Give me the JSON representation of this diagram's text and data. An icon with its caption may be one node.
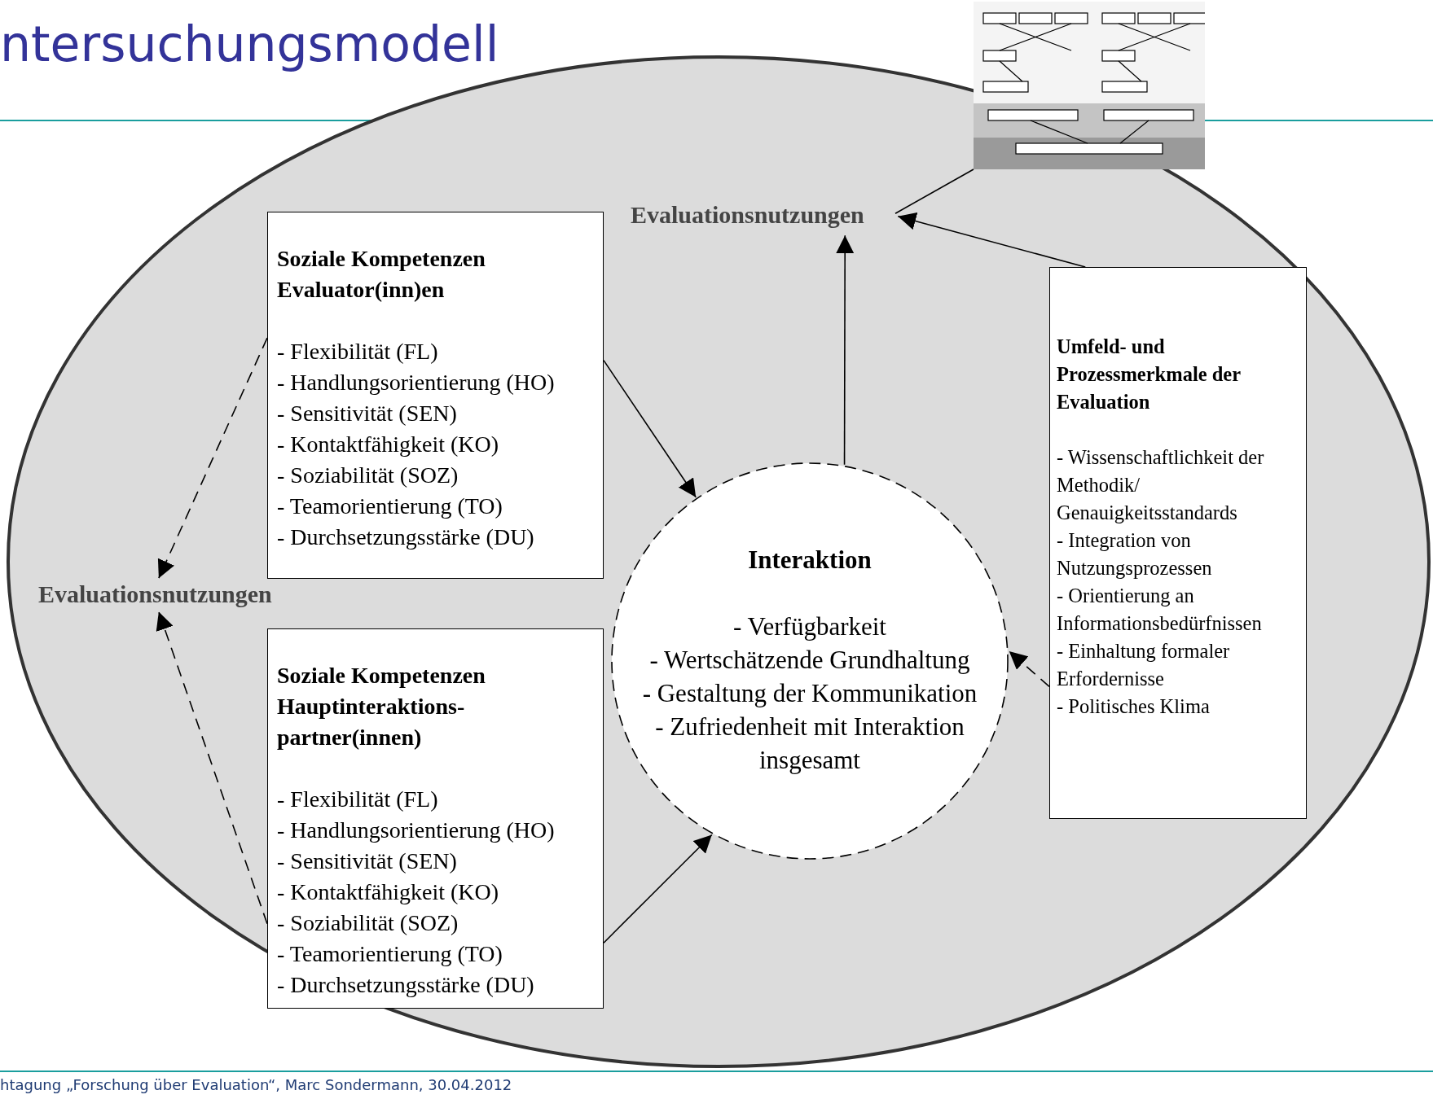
{
  "diagram": {
    "title": "ntersuchungsmodell",
    "caption": "htagung „Forschung über Evaluation“, Marc Sondermann, 30.04.2012",
    "nodes": [
      {
        "text": [],
        "shape": "picture"
      },
      {
        "text": [
          "Evaluationsnutzungen"
        ]
      },
      {
        "text": [
          "Soziale Kompetenzen Evaluator(inn)en",
          "- Flexibilität (FL)",
          "- Handlungsorientierung (HO)",
          "- Sensitivität (SEN)",
          "- Kontaktfähigkeit (KO)",
          "- Soziabilität (SOZ)",
          "- Teamorientierung (TO)",
          "- Durchsetzungsstärke (DU)"
        ]
      },
      {
        "text": [
          "Umfeld- und Prozessmerkmale der Evaluation",
          "- Wissenschaftlichkeit der Methodik/ Genauigkeitsstandards",
          "- Integration von Nutzungsprozessen",
          "- Orientierung an Informationsbedürfnissen",
          "- Einhaltung formaler Erfordernisse",
          "- Politisches Klima"
        ]
      },
      {
        "text": [
          "Evaluationsnutzungen"
        ]
      },
      {
        "text": [
          "Interaktion",
          "- Verfügbarkeit",
          "- Wertschätzende Grundhaltung",
          "- Gestaltung der Kommunikation",
          "- Zufriedenheit mit Interaktion insgesamt"
        ]
      },
      {
        "text": [
          "Soziale Kompetenzen Hauptinteraktions- partner(innen)",
          "- Flexibilität (FL)",
          "- Handlungsorientierung (HO)",
          "- Sensitivität (SEN)",
          "- Kontaktfähigkeit (KO)",
          "- Soziabilität (SOZ)",
          "- Teamorientierung (TO)",
          "- Durchsetzungsstärke (DU)"
        ]
      }
    ],
    "edges": [
      {
        "from": 1,
        "to": 0,
        "arrow": "none"
      },
      {
        "from": 5,
        "to": 1,
        "arrow": "to"
      },
      {
        "from": 3,
        "to": 1,
        "arrow": "to"
      },
      {
        "from": 2,
        "to": 5,
        "arrow": "to"
      },
      {
        "from": 6,
        "to": 5,
        "arrow": "to"
      },
      {
        "from": 3,
        "to": 5,
        "arrow": "to",
        "style": "dashed"
      },
      {
        "from": 2,
        "to": 4,
        "arrow": "to",
        "style": "dashed"
      },
      {
        "from": 6,
        "to": 4,
        "arrow": "to",
        "style": "dashed"
      }
    ]
  }
}
